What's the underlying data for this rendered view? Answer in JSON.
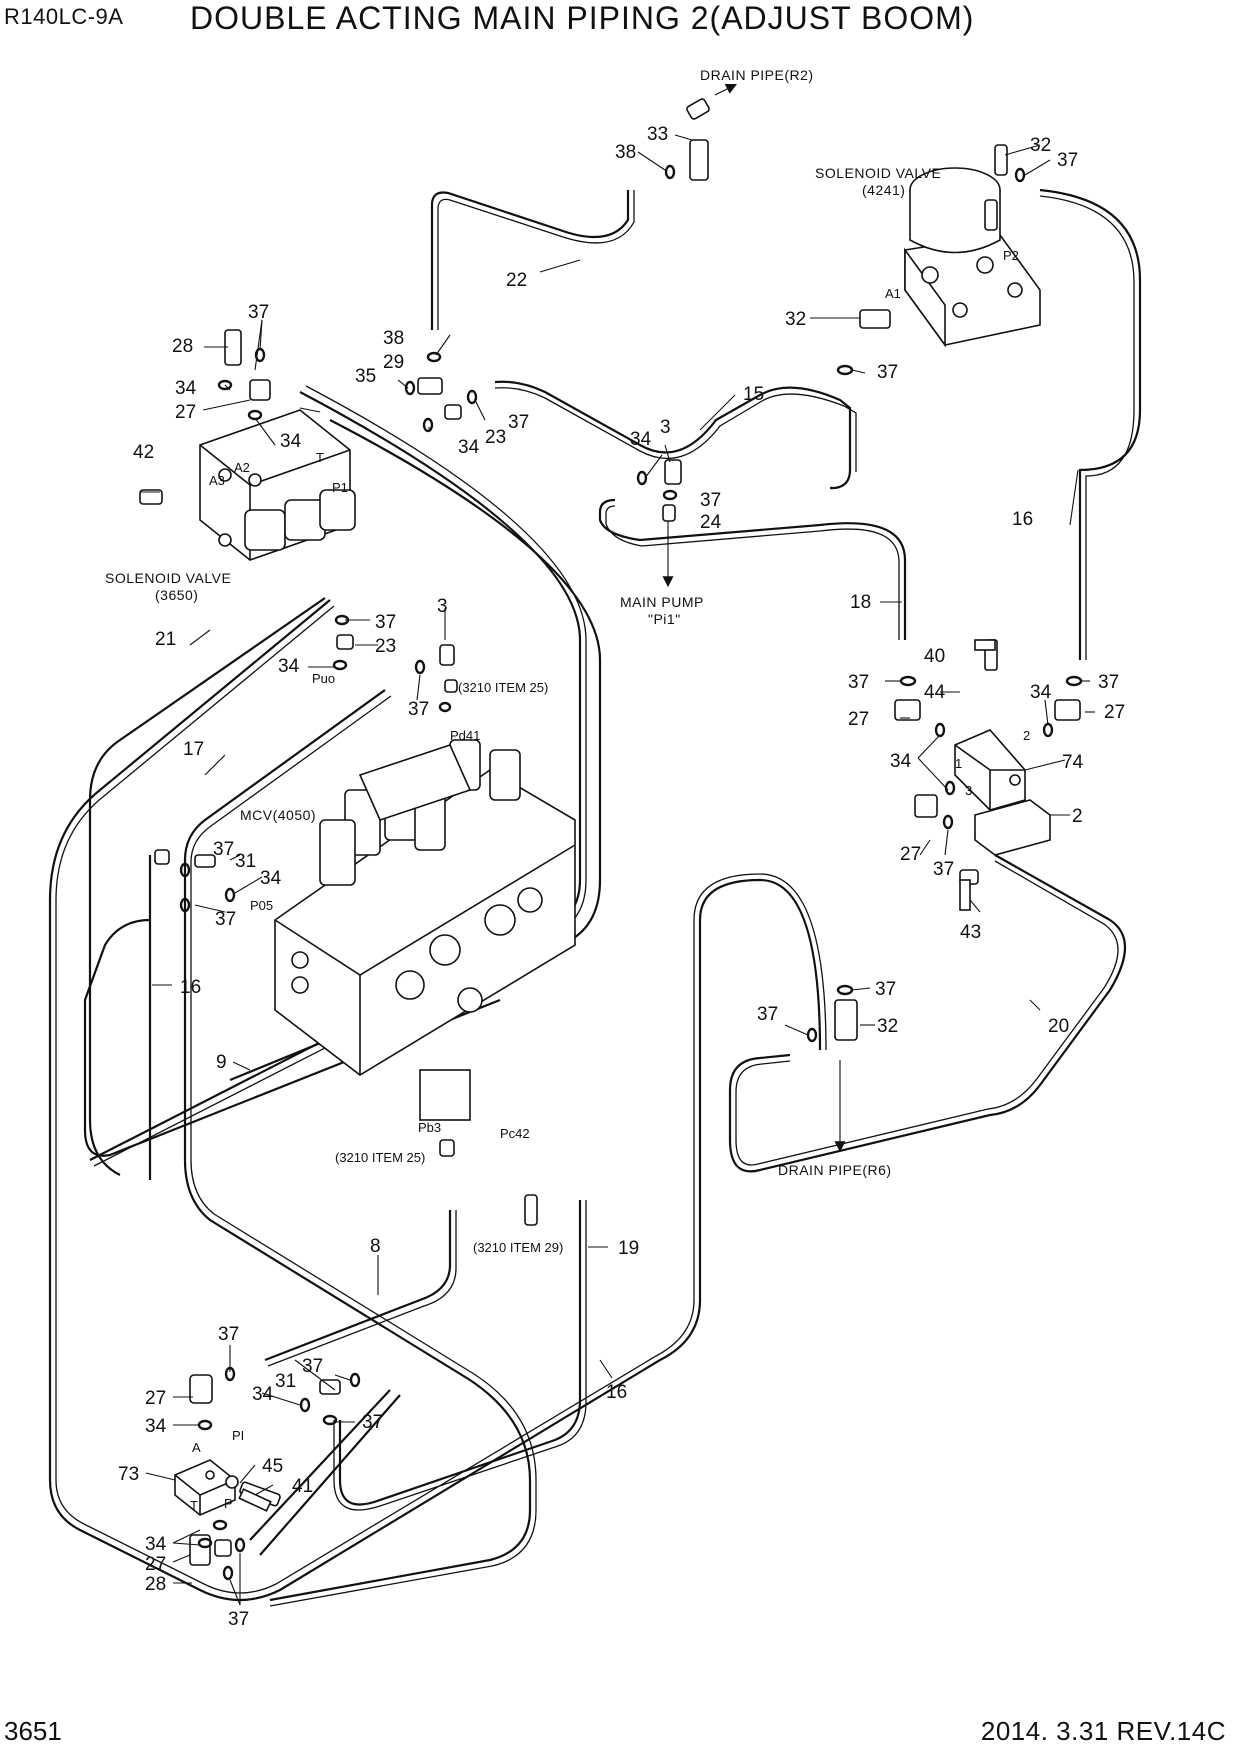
{
  "header": {
    "model": "R140LC-9A",
    "title": "DOUBLE ACTING MAIN PIPING 2(ADJUST BOOM)"
  },
  "footer": {
    "page_number": "3651",
    "date_rev": "2014. 3.31  REV.14C"
  },
  "labels": {
    "drain_r2": "DRAIN PIPE(R2)",
    "solenoid_4241_line1": "SOLENOID VALVE",
    "solenoid_4241_line2": "(4241)",
    "solenoid_3650_line1": "SOLENOID VALVE",
    "solenoid_3650_line2": "(3650)",
    "main_pump_line1": "MAIN PUMP",
    "main_pump_line2": "\"Pi1\"",
    "mcv": "MCV(4050)",
    "drain_r6": "DRAIN PIPE(R6)",
    "item25_top": "(3210 ITEM 25)",
    "item25_bottom": "(3210 ITEM 25)",
    "item29": "(3210 ITEM 29)"
  },
  "ports": {
    "a1": "A1",
    "p2": "P2",
    "a2": "A2",
    "a3": "A3",
    "t_top": "T",
    "p1": "P1",
    "puo": "Puo",
    "pd41": "Pd41",
    "p05": "P05",
    "pb3": "Pb3",
    "pc42": "Pc42",
    "pi": "PI",
    "a_bottom": "A",
    "t_bottom": "T",
    "p_bottom": "P",
    "n1": "1",
    "n2": "2",
    "n3": "3"
  },
  "callouts": [
    {
      "id": "c33",
      "text": "33"
    },
    {
      "id": "c38a",
      "text": "38"
    },
    {
      "id": "c32a",
      "text": "32"
    },
    {
      "id": "c37a",
      "text": "37"
    },
    {
      "id": "c22",
      "text": "22"
    },
    {
      "id": "c32b",
      "text": "32"
    },
    {
      "id": "c37b",
      "text": "37"
    },
    {
      "id": "c15",
      "text": "15"
    },
    {
      "id": "c37c",
      "text": "37"
    },
    {
      "id": "c28a",
      "text": "28"
    },
    {
      "id": "c38b",
      "text": "38"
    },
    {
      "id": "c29",
      "text": "29"
    },
    {
      "id": "c35",
      "text": "35"
    },
    {
      "id": "c34a",
      "text": "34"
    },
    {
      "id": "c27a",
      "text": "27"
    },
    {
      "id": "c34b",
      "text": "34"
    },
    {
      "id": "c23a",
      "text": "23"
    },
    {
      "id": "c37d",
      "text": "37"
    },
    {
      "id": "c34c",
      "text": "34"
    },
    {
      "id": "c42",
      "text": "42"
    },
    {
      "id": "c34d",
      "text": "34"
    },
    {
      "id": "c3a",
      "text": "3"
    },
    {
      "id": "c37e",
      "text": "37"
    },
    {
      "id": "c24",
      "text": "24"
    },
    {
      "id": "c16a",
      "text": "16"
    },
    {
      "id": "c18",
      "text": "18"
    },
    {
      "id": "c21",
      "text": "21"
    },
    {
      "id": "c37f",
      "text": "37"
    },
    {
      "id": "c23b",
      "text": "23"
    },
    {
      "id": "c3b",
      "text": "3"
    },
    {
      "id": "c34e",
      "text": "34"
    },
    {
      "id": "c37g",
      "text": "37"
    },
    {
      "id": "c40",
      "text": "40"
    },
    {
      "id": "c37h",
      "text": "37"
    },
    {
      "id": "c44",
      "text": "44"
    },
    {
      "id": "c34f",
      "text": "34"
    },
    {
      "id": "c37i",
      "text": "37"
    },
    {
      "id": "c27b",
      "text": "27"
    },
    {
      "id": "c27c",
      "text": "27"
    },
    {
      "id": "c17",
      "text": "17"
    },
    {
      "id": "c34g",
      "text": "34"
    },
    {
      "id": "c74",
      "text": "74"
    },
    {
      "id": "c2",
      "text": "2"
    },
    {
      "id": "c27d",
      "text": "27"
    },
    {
      "id": "c37j",
      "text": "37"
    },
    {
      "id": "c37k",
      "text": "37"
    },
    {
      "id": "c31a",
      "text": "31"
    },
    {
      "id": "c34h",
      "text": "34"
    },
    {
      "id": "c37l",
      "text": "37"
    },
    {
      "id": "c43",
      "text": "43"
    },
    {
      "id": "c16b",
      "text": "16"
    },
    {
      "id": "c37m",
      "text": "37"
    },
    {
      "id": "c37n",
      "text": "37"
    },
    {
      "id": "c32c",
      "text": "32"
    },
    {
      "id": "c20",
      "text": "20"
    },
    {
      "id": "c9",
      "text": "9"
    },
    {
      "id": "c8",
      "text": "8"
    },
    {
      "id": "c19",
      "text": "19"
    },
    {
      "id": "c37o",
      "text": "37"
    },
    {
      "id": "c16c",
      "text": "16"
    },
    {
      "id": "c37p",
      "text": "37"
    },
    {
      "id": "c27e",
      "text": "27"
    },
    {
      "id": "c34i",
      "text": "34"
    },
    {
      "id": "c31b",
      "text": "31"
    },
    {
      "id": "c37q",
      "text": "37"
    },
    {
      "id": "c34j",
      "text": "34"
    },
    {
      "id": "c73",
      "text": "73"
    },
    {
      "id": "c45",
      "text": "45"
    },
    {
      "id": "c41",
      "text": "41"
    },
    {
      "id": "c34k",
      "text": "34"
    },
    {
      "id": "c27f",
      "text": "27"
    },
    {
      "id": "c28b",
      "text": "28"
    },
    {
      "id": "c37r",
      "text": "37"
    }
  ]
}
